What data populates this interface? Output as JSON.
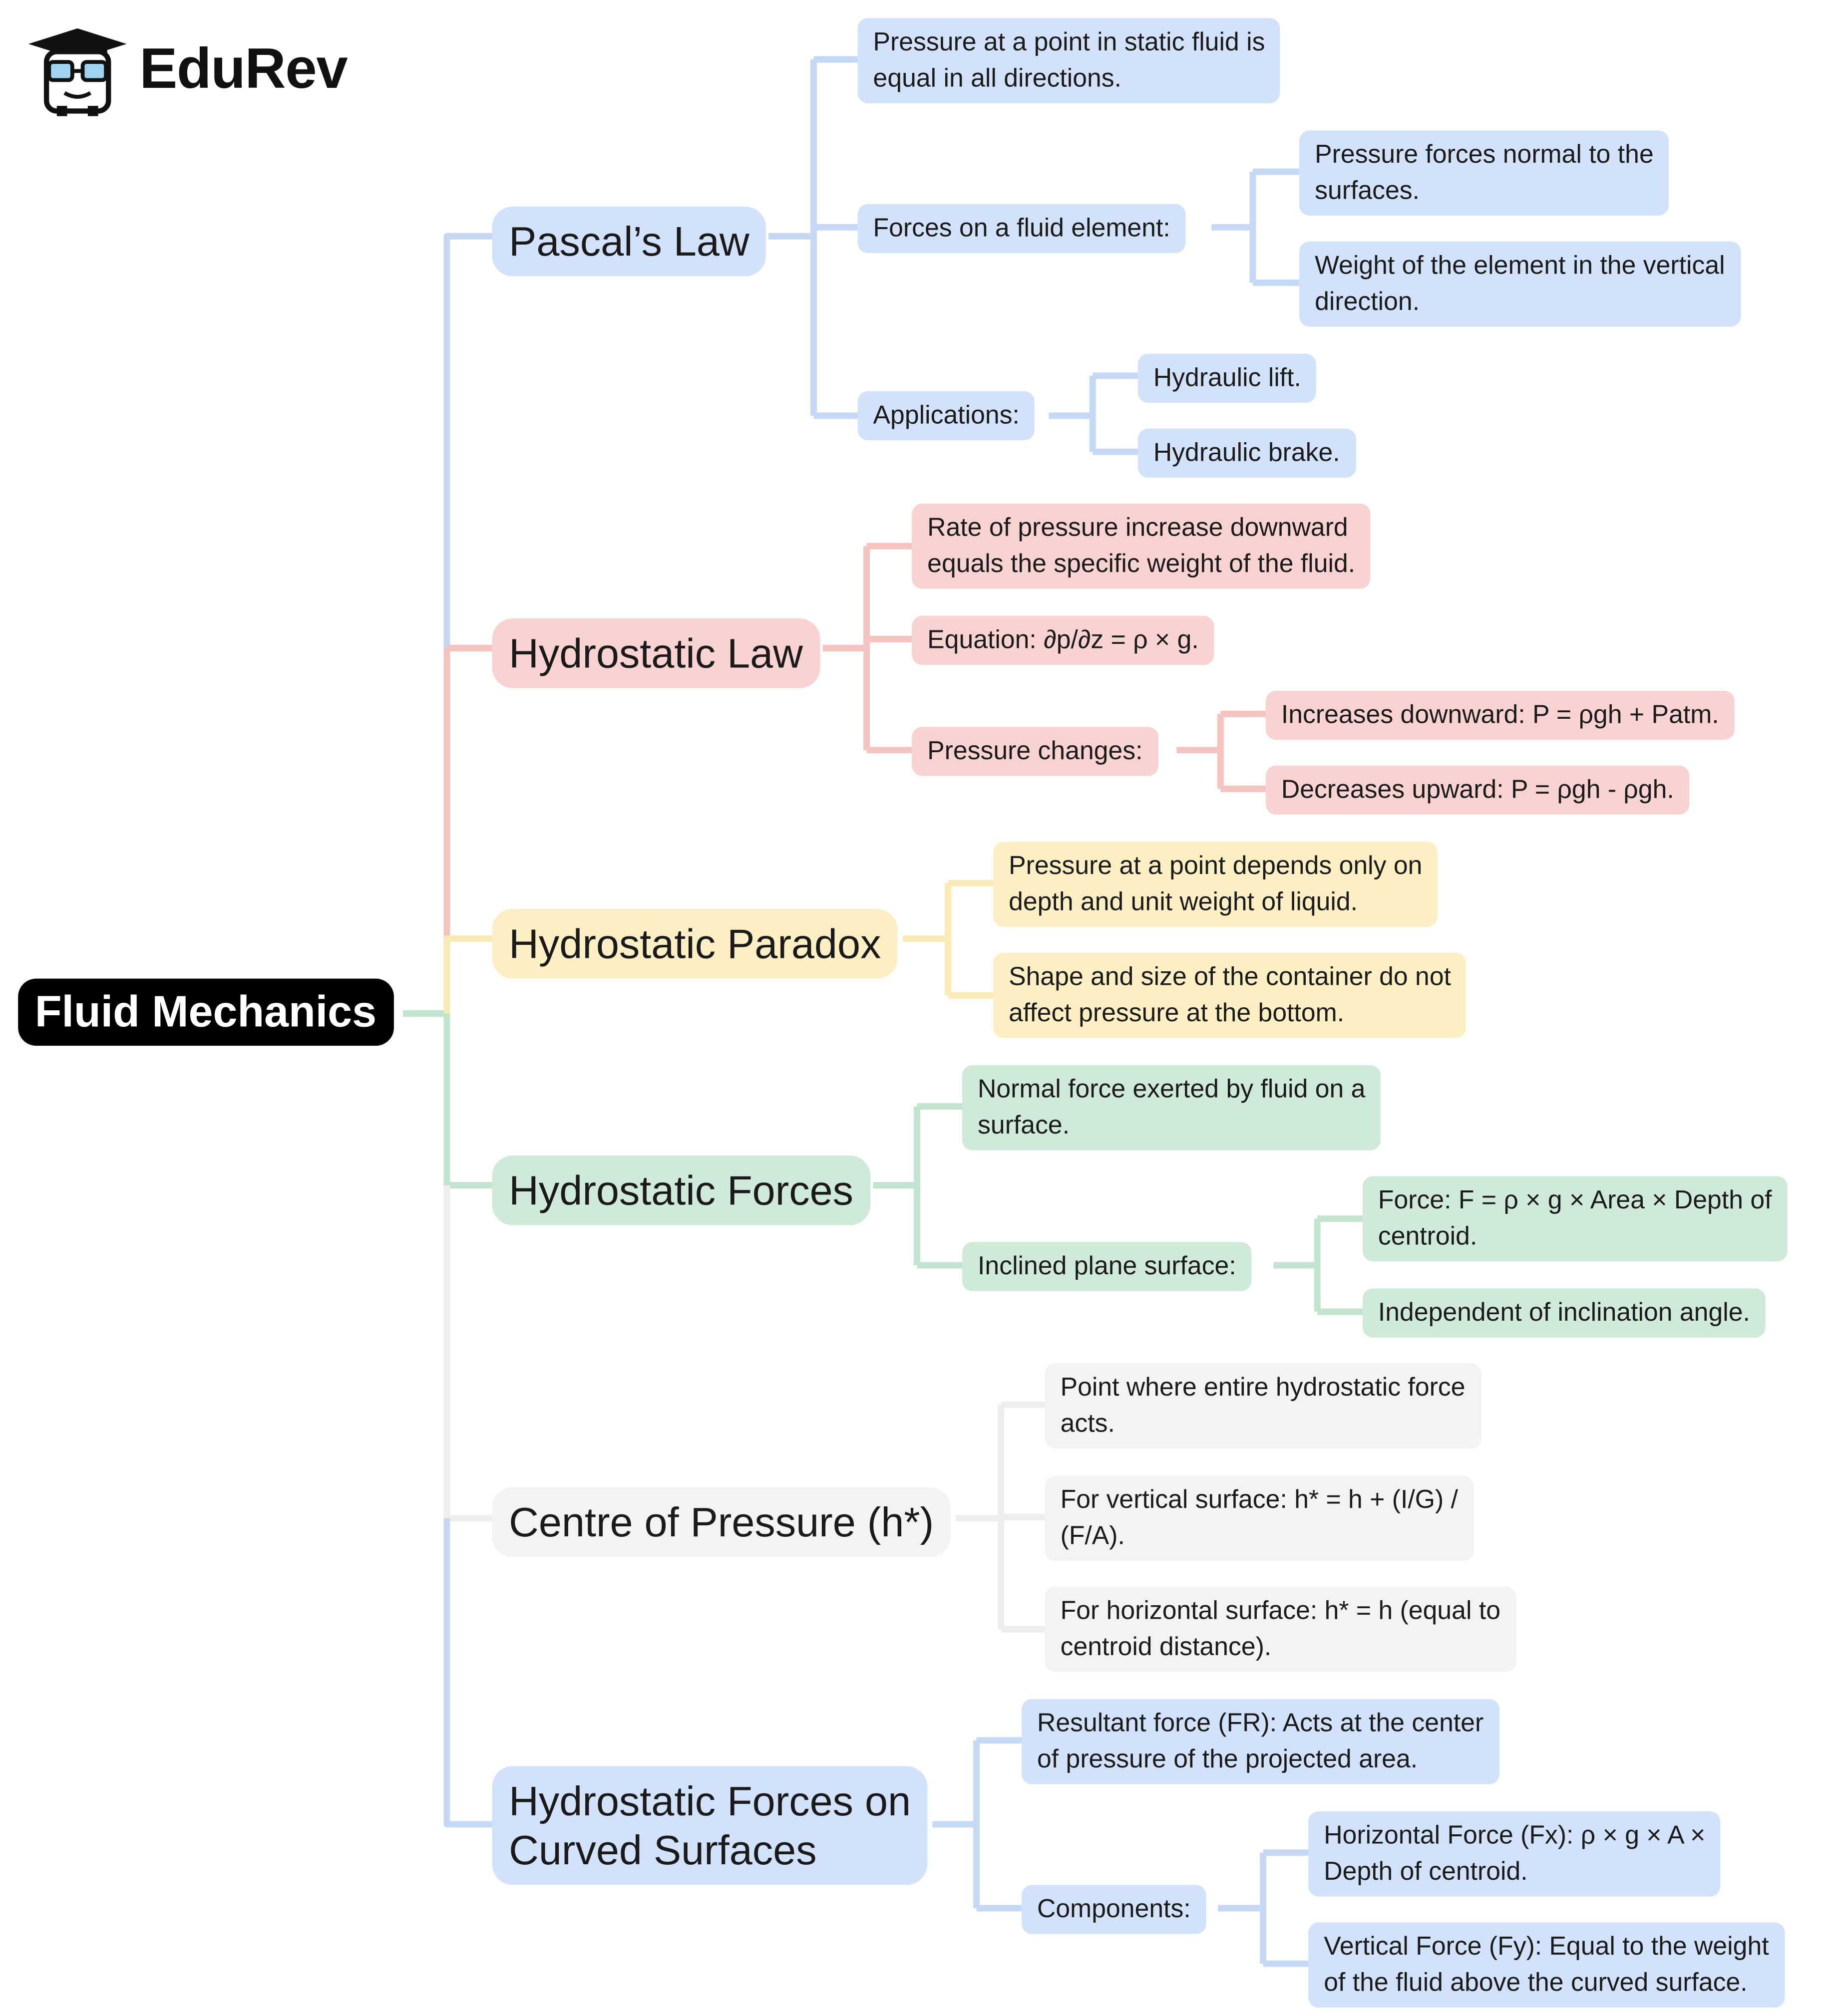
{
  "brand": {
    "name": "EduRev",
    "icon": "graduation-cap-mascot-icon"
  },
  "colors": {
    "blue": "#d3e2fb",
    "blue_line": "#c5d9f7",
    "red": "#f9d3d1",
    "red_line": "#f5c4c1",
    "yellow": "#fdefc4",
    "yellow_line": "#faeab7",
    "green": "#d0ead9",
    "green_line": "#c3e4cf",
    "gray": "#f2f3f5",
    "gray_line": "#eceef0"
  },
  "root": {
    "label": "Fluid Mechanics"
  },
  "branches": {
    "pascal": {
      "label": "Pascal’s Law",
      "l1": "Pressure at a point in static fluid is\nequal in all directions.",
      "l2": "Forces on a fluid element:",
      "l2a": "Pressure forces normal to the\nsurfaces.",
      "l2b": "Weight of the element in the vertical\ndirection.",
      "l3": "Applications:",
      "l3a": "Hydraulic lift.",
      "l3b": "Hydraulic brake."
    },
    "hydrostatic_law": {
      "label": "Hydrostatic Law",
      "l1": "Rate of pressure increase downward\nequals the specific weight of the fluid.",
      "l2": "Equation: ∂p/∂z = ρ × g.",
      "l3": "Pressure changes:",
      "l3a": "Increases downward: P = ρgh + Patm.",
      "l3b": "Decreases upward: P = ρgh - ρgh."
    },
    "paradox": {
      "label": "Hydrostatic Paradox",
      "l1": "Pressure at a point depends only on\ndepth and unit weight of liquid.",
      "l2": "Shape and size of the container do not\naffect pressure at the bottom."
    },
    "forces": {
      "label": "Hydrostatic Forces",
      "l1": "Normal force exerted by fluid on a\nsurface.",
      "l2": "Inclined plane surface:",
      "l2a": "Force: F = ρ × g × Area × Depth of\ncentroid.",
      "l2b": "Independent of inclination angle."
    },
    "centre": {
      "label": "Centre of Pressure (h*)",
      "l1": "Point where entire hydrostatic force\nacts.",
      "l2": "For vertical surface: h* = h + (I/G) /\n(F/A).",
      "l3": "For horizontal surface: h* = h (equal to\ncentroid distance)."
    },
    "curved": {
      "label": "Hydrostatic Forces on\nCurved Surfaces",
      "l1": "Resultant force (FR): Acts at the center\nof pressure of the projected area.",
      "l2": "Components:",
      "l2a": "Horizontal Force (Fx): ρ × g × A ×\nDepth of centroid.",
      "l2b": "Vertical Force (Fy): Equal to the weight\nof the fluid above the curved surface."
    }
  }
}
